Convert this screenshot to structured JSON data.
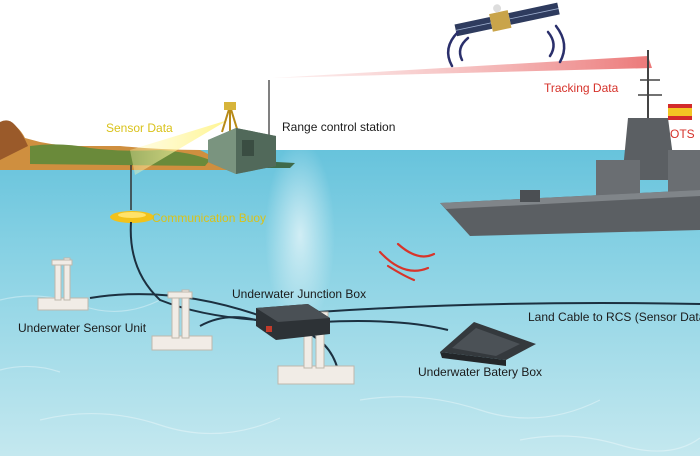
{
  "labels": {
    "sensor_data": "Sensor Data",
    "range_control_station": "Range control station",
    "tracking_data": "Tracking Data",
    "ots": "OTS",
    "communication_buoy": "Communication Buoy",
    "underwater_junction_box": "Underwater Junction Box",
    "underwater_sensor_unit": "Underwater Sensor Unit",
    "land_cable": "Land Cable to RCS (Sensor Data)",
    "underwater_battery_box": "Underwater Batery Box"
  },
  "colors": {
    "sky": "#ffffff",
    "sea_surface": "#6fc6dd",
    "sea_deep": "#b9e3ec",
    "label_dark": "#1b1b1b",
    "label_yellow": "#d9c21a",
    "label_red": "#d6322a",
    "cable": "#1c3040",
    "ship_hull": "#5b5f63",
    "buoy": "#f2c21a"
  },
  "icons": [
    "satellite-icon",
    "signal-waves-icon",
    "ship-icon",
    "spain-flag-icon",
    "station-container-icon",
    "buoy-icon",
    "sensor-unit-icon",
    "junction-box-icon",
    "battery-box-icon"
  ]
}
